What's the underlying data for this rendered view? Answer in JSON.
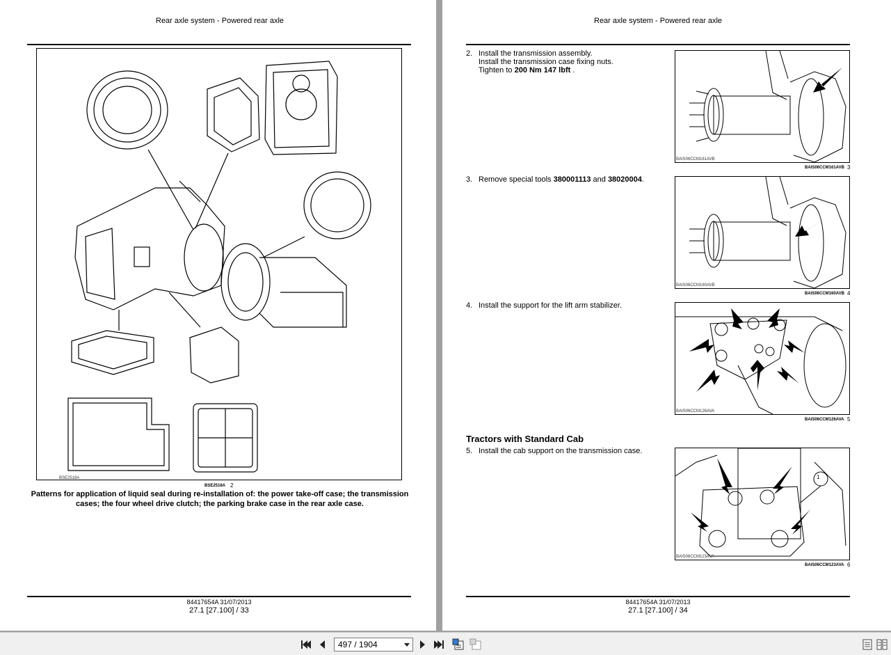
{
  "left_page": {
    "header": "Rear axle system - Powered rear axle",
    "figure": {
      "code": "BSE2518A",
      "tag": "BSE2518A",
      "number": "2"
    },
    "caption": "Patterns for application of liquid seal during re-installation of:  the power take-off case; the transmission cases; the four wheel drive clutch; the parking brake case in the rear axle case.",
    "footer": {
      "doc": "84417654A 31/07/2013",
      "page": "27.1 [27.100] / 33"
    }
  },
  "right_page": {
    "header": "Rear axle system - Powered rear axle",
    "steps": [
      {
        "num": "2.",
        "line1": "Install the transmission assembly.",
        "line2": "Install the transmission case fixing nuts.",
        "line3_prefix": "Tighten to ",
        "line3_bold": "200 Nm 147 lbft",
        "line3_suffix": " ."
      },
      {
        "num": "3.",
        "prefix": "Remove special tools ",
        "tool1": "380001113",
        "mid": " and ",
        "tool2": "38020004",
        "suffix": "."
      },
      {
        "num": "4.",
        "text": "Install the support for the lift arm stabilizer."
      },
      {
        "num": "5.",
        "text": "Install the cab support on the transmission case."
      }
    ],
    "section_heading": "Tractors with Standard Cab",
    "figures": [
      {
        "code": "BAIS06CCM161AVB",
        "tag": "BAIS06CCM161AVB",
        "number": "3"
      },
      {
        "code": "BAIS06CCM160AVB",
        "tag": "BAIS06CCM160AVB",
        "number": "4"
      },
      {
        "code": "BAIS06CCM126AVA",
        "tag": "BAIS06CCM126AVA",
        "number": "5"
      },
      {
        "code": "BAIS06CCM123AVA",
        "tag": "BAIS06CCM123AVA",
        "number": "6",
        "callout": "1"
      }
    ],
    "footer": {
      "doc": "84417654A 31/07/2013",
      "page": "27.1 [27.100] / 34"
    }
  },
  "toolbar": {
    "page_indicator": "497 / 1904",
    "icons": [
      "first-page-icon",
      "prev-page-icon",
      "next-page-icon",
      "last-page-icon",
      "fit-page-icon",
      "fit-width-icon",
      "single-page-view-icon",
      "two-page-view-icon"
    ]
  }
}
